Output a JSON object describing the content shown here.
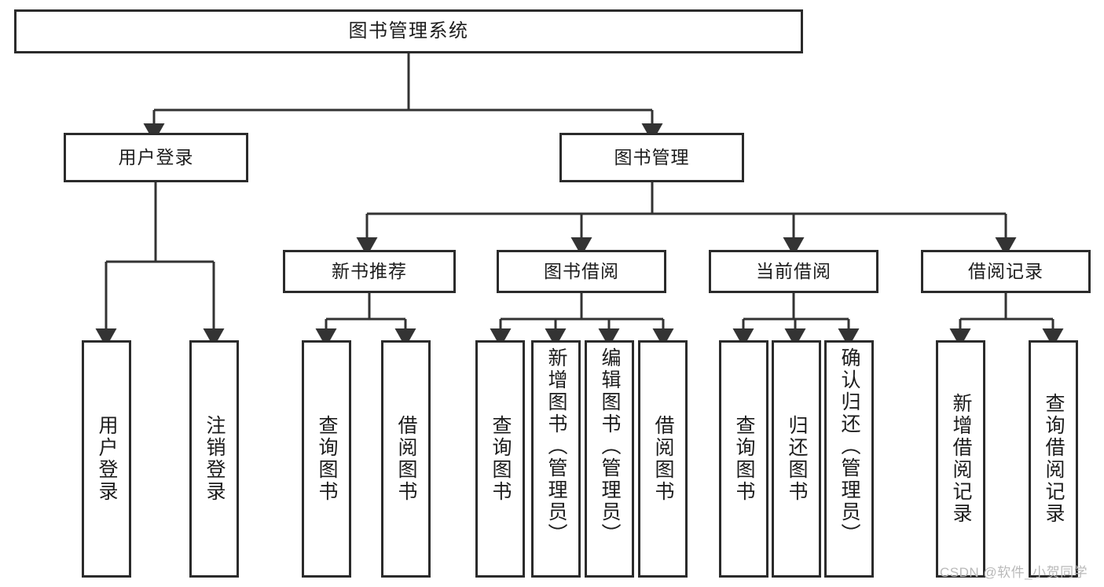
{
  "diagram": {
    "title": "图书管理系统",
    "type": "functional-structure-tree",
    "watermark": "CSDN @软件_小贺同学",
    "colors": {
      "border": "#2b2b2b",
      "text": "#1c1c1c",
      "background": "#ffffff",
      "connector": "#333333",
      "watermark": "#b9b9b9"
    },
    "nodes": {
      "root": {
        "label": "图书管理系统"
      },
      "level2": [
        {
          "label": "用户登录"
        },
        {
          "label": "图书管理"
        }
      ],
      "level3": [
        {
          "label": "新书推荐"
        },
        {
          "label": "图书借阅"
        },
        {
          "label": "当前借阅"
        },
        {
          "label": "借阅记录"
        }
      ],
      "leaves": {
        "user_login": [
          {
            "label": "用户登录"
          },
          {
            "label": "注销登录"
          }
        ],
        "new_book_recommend": [
          {
            "label": "查询图书"
          },
          {
            "label": "借阅图书"
          }
        ],
        "book_borrow": [
          {
            "label": "查询图书"
          },
          {
            "label": "新增图书（管理员）"
          },
          {
            "label": "编辑图书（管理员）"
          },
          {
            "label": "借阅图书"
          }
        ],
        "current_borrow": [
          {
            "label": "查询图书"
          },
          {
            "label": "归还图书"
          },
          {
            "label": "确认归还（管理员）"
          }
        ],
        "borrow_record": [
          {
            "label": "新增借阅记录"
          },
          {
            "label": "查询借阅记录"
          }
        ]
      }
    }
  }
}
